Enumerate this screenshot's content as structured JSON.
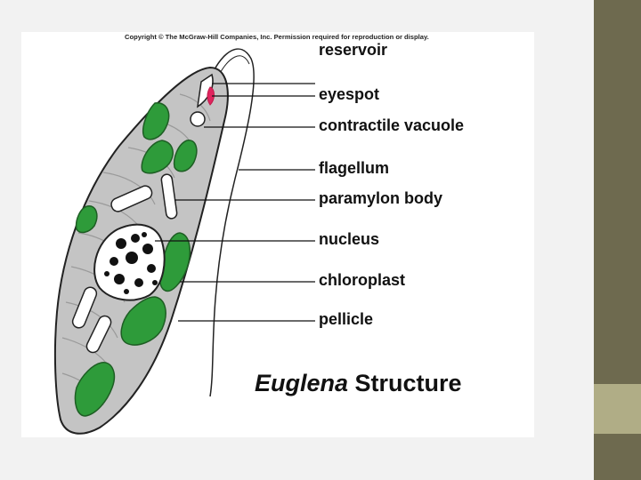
{
  "figure": {
    "copyright": "Copyright © The McGraw-Hill Companies, Inc. Permission required for reproduction or display.",
    "labels": {
      "reservoir": "reservoir",
      "eyespot": "eyespot",
      "contractile_vacuole": "contractile vacuole",
      "flagellum": "flagellum",
      "paramylon_body": "paramylon body",
      "nucleus": "nucleus",
      "chloroplast": "chloroplast",
      "pellicle": "pellicle"
    },
    "title_italic": "Euglena",
    "title_rest": " Structure"
  },
  "colors": {
    "chloroplast": "#2e9b3a",
    "eyespot": "#e0245e",
    "cell": "#c4c4c4",
    "sidebar": "#6e6a4f",
    "sidebar_accent": "#b0ad86"
  }
}
